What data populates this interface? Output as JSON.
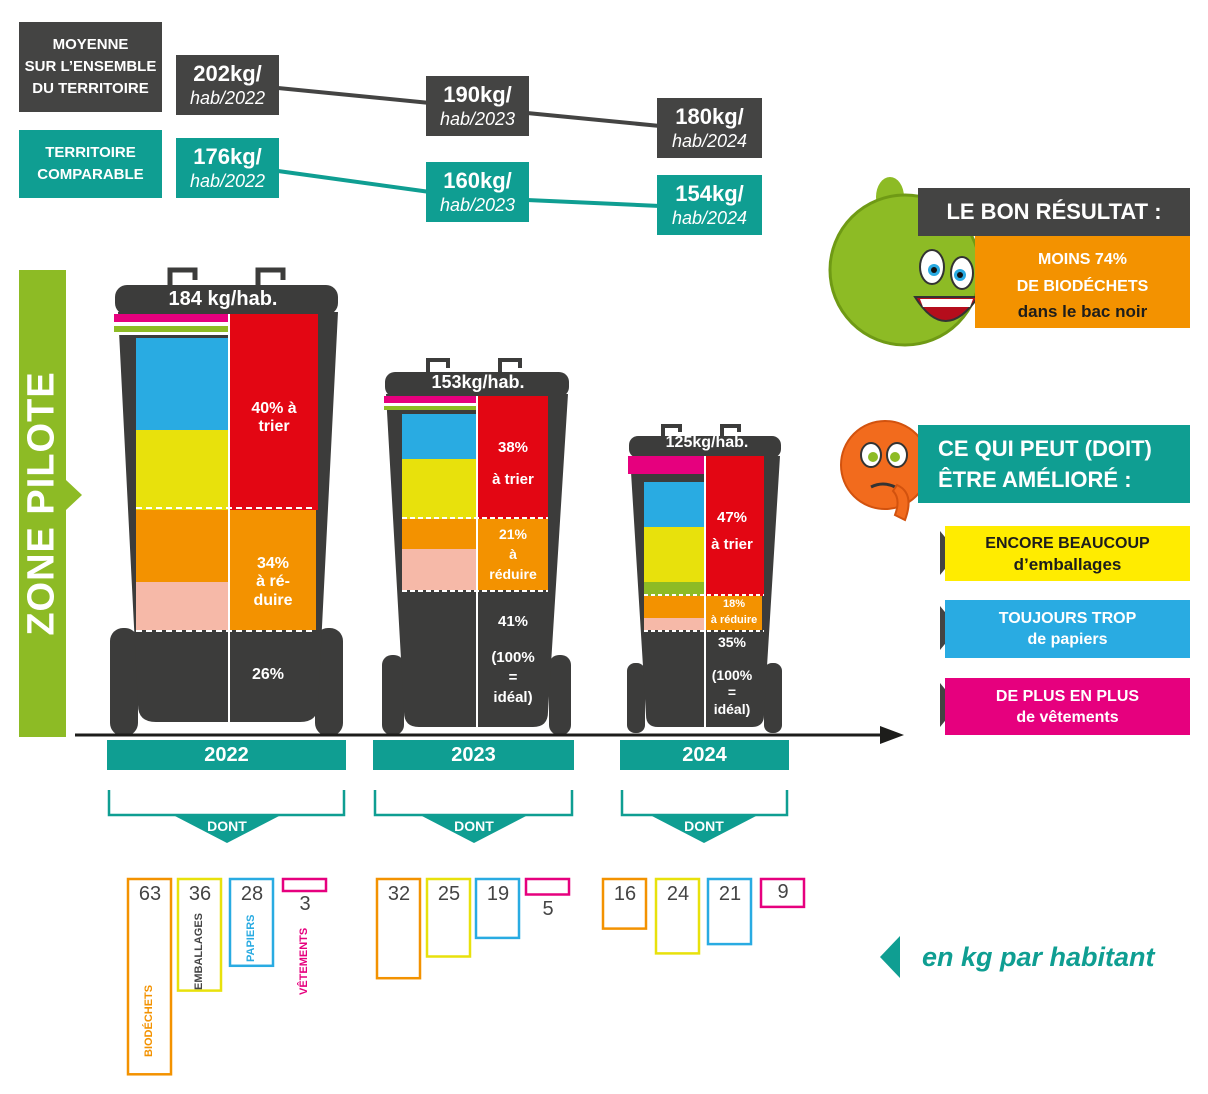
{
  "legend": {
    "average": "MOYENNE SUR L'ENSEMBLE DU TERRITOIRE",
    "average_lines": [
      "MOYENNE",
      "SUR L’ENSEMBLE",
      "DU TERRITOIRE"
    ],
    "comparable_lines": [
      "TERRITOIRE",
      "COMPARABLE"
    ]
  },
  "average_values": [
    {
      "value": "202kg/",
      "sub": "hab/2022"
    },
    {
      "value": "190kg/",
      "sub": "hab/2023"
    },
    {
      "value": "180kg/",
      "sub": "hab/2024"
    }
  ],
  "comparable_values": [
    {
      "value": "176kg/",
      "sub": "hab/2022"
    },
    {
      "value": "160kg/",
      "sub": "hab/2023"
    },
    {
      "value": "154kg/",
      "sub": "hab/2024"
    }
  ],
  "pilot_label": "ZONE PILOTE",
  "bins": [
    {
      "year": "2022",
      "total": "184 kg/hab.",
      "trier": [
        "40% à",
        "trier"
      ],
      "reduire": [
        "34%",
        "à ré-",
        "duire"
      ],
      "residual": [
        "26%"
      ]
    },
    {
      "year": "2023",
      "total": "153kg/hab.",
      "trier": [
        "38%",
        "à trier"
      ],
      "reduire": [
        "21%",
        "à",
        "réduire"
      ],
      "residual": [
        "41%",
        "(100%",
        "=",
        "idéal)"
      ]
    },
    {
      "year": "2024",
      "total": "125kg/hab.",
      "trier": [
        "47%",
        "à trier"
      ],
      "reduire": [
        "18%",
        "à réduire"
      ],
      "residual": [
        "35%",
        "(100%",
        "=",
        "idéal)"
      ]
    }
  ],
  "dont_label": "DONT",
  "breakdown": [
    {
      "biodechets": "63",
      "emballages": "36",
      "papiers": "28",
      "vetements": "3"
    },
    {
      "biodechets": "32",
      "emballages": "25",
      "papiers": "19",
      "vetements": "5"
    },
    {
      "biodechets": "16",
      "emballages": "24",
      "papiers": "21",
      "vetements": "9"
    }
  ],
  "category_labels": {
    "biodechets": "BIODÉCHETS",
    "emballages": "EMBALLAGES",
    "papiers": "PAPIERS",
    "vetements": "VÊTEMENTS"
  },
  "unit_note": "en kg par habitant",
  "result": {
    "title": "LE BON RÉSULTAT :",
    "line1": "MOINS 74%",
    "line2": "DE BIODÉCHETS",
    "line3": "dans le bac noir"
  },
  "improve": {
    "line1": "CE QUI PEUT (DOIT)",
    "line2": "ÊTRE AMÉLIORÉ :"
  },
  "issues": [
    {
      "line1": "ENCORE BEAUCOUP",
      "line2": "d’emballages"
    },
    {
      "line1": "TOUJOURS TROP",
      "line2": "de papiers"
    },
    {
      "line1": "DE PLUS EN PLUS",
      "line2": "de vêtements"
    }
  ],
  "colors": {
    "dark": "#444443",
    "teal": "#0f9e92",
    "green": "#8dbb25",
    "red": "#e30613",
    "orange": "#f39200",
    "blue": "#29abe2",
    "yellow": "#e8e10c",
    "pink": "#e6007e",
    "salmon": "#f6b9a8",
    "bin": "#3c3c3b"
  }
}
